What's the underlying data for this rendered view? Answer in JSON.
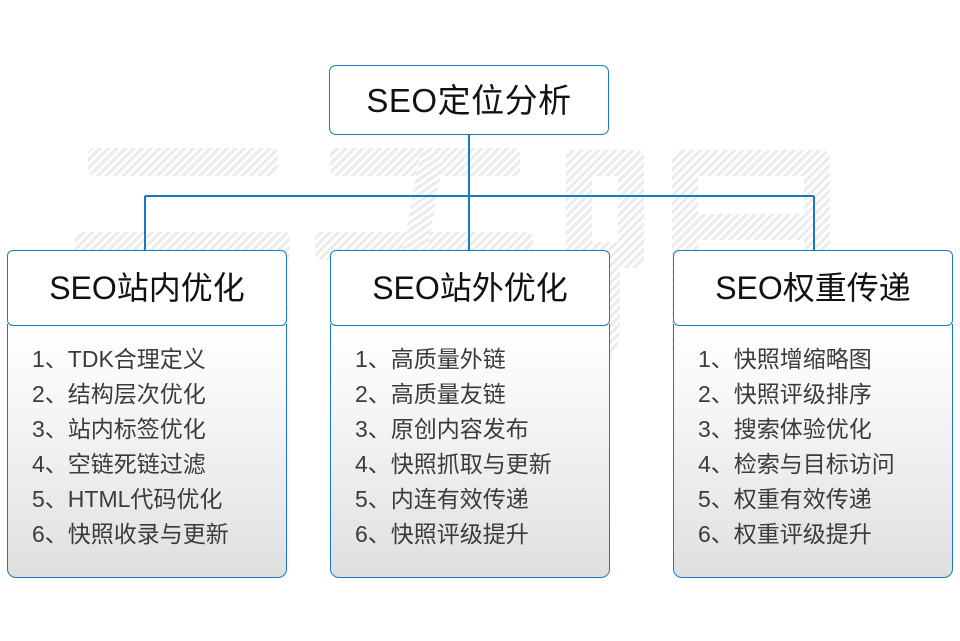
{
  "diagram": {
    "title": "SEO定位分析",
    "theme": {
      "line_color": "#1779c4",
      "box_border": "#1779c4",
      "text_color": "#111111",
      "list_text_color": "#3b3b3b",
      "watermark_color": "#ececec",
      "background": "#ffffff"
    },
    "watermark_text": "云无限",
    "root": {
      "label": "SEO定位分析"
    },
    "branches": [
      {
        "id": "on-site",
        "header": "SEO站内优化",
        "items": [
          "1、TDK合理定义",
          "2、结构层次优化",
          "3、站内标签优化",
          "4、空链死链过滤",
          "5、HTML代码优化",
          "6、快照收录与更新"
        ]
      },
      {
        "id": "off-site",
        "header": "SEO站外优化",
        "items": [
          "1、高质量外链",
          "2、高质量友链",
          "3、原创内容发布",
          "4、快照抓取与更新",
          "5、内连有效传递",
          "6、快照评级提升"
        ]
      },
      {
        "id": "weight-transfer",
        "header": "SEO权重传递",
        "items": [
          "1、快照增缩略图",
          "2、快照评级排序",
          "3、搜索体验优化",
          "4、检索与目标访问",
          "5、权重有效传递",
          "6、权重评级提升"
        ]
      }
    ]
  }
}
